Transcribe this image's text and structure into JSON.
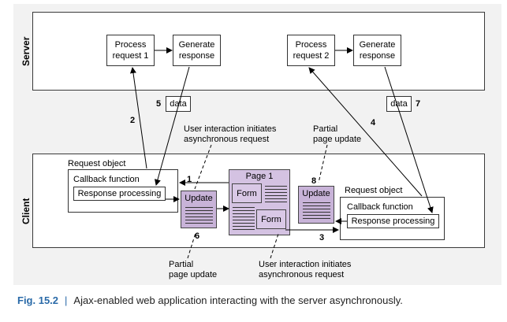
{
  "zones": {
    "server": "Server",
    "client": "Client"
  },
  "server": {
    "left_process": "Process\nrequest 1",
    "left_generate": "Generate\nresponse",
    "right_process": "Process\nrequest 2",
    "right_generate": "Generate\nresponse"
  },
  "data_left": "data",
  "data_right": "data",
  "steps": {
    "s1": "1",
    "s2": "2",
    "s3": "3",
    "s4": "4",
    "s5": "5",
    "s6": "6",
    "s7": "7",
    "s8": "8"
  },
  "annotations": {
    "ui_top": "User interaction initiates\nasynchronous request",
    "partial_top": "Partial\npage update",
    "partial_bottom": "Partial\npage update",
    "ui_bottom": "User interaction initiates\nasynchronous request"
  },
  "left_request": {
    "title": "Request object",
    "callback": "Callback function",
    "processing": "Response processing"
  },
  "right_request": {
    "title": "Request object",
    "callback": "Callback function",
    "processing": "Response processing"
  },
  "update_left": "Update",
  "update_right": "Update",
  "page": {
    "title": "Page 1",
    "form_top": "Form",
    "form_bottom": "Form"
  },
  "caption": {
    "fig": "Fig. 15.2",
    "sep": "|",
    "text": "Ajax-enabled web application interacting with the server asynchronously."
  }
}
